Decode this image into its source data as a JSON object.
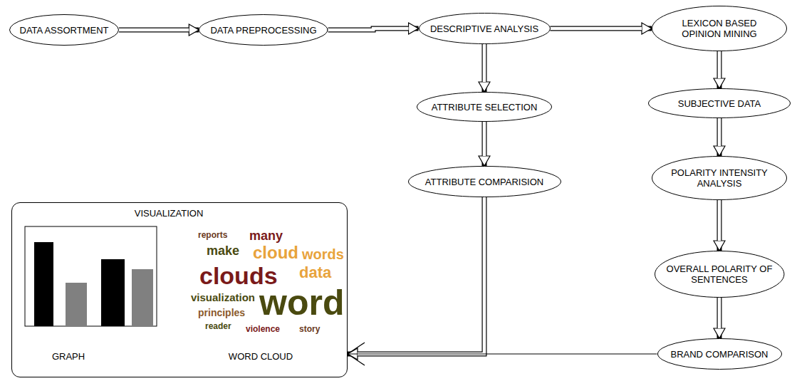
{
  "diagram": {
    "nodes": [
      {
        "text": [
          "DATA ASSORTMENT"
        ]
      },
      {
        "text": [
          "DATA PREPROCESSING"
        ]
      },
      {
        "text": [
          "DESCRIPTIVE ANALYSIS"
        ]
      },
      {
        "text": [
          "LEXICON BASED OPINION MINING"
        ]
      },
      {
        "text": [
          "ATTRIBUTE SELECTION"
        ]
      },
      {
        "text": [
          "ATTRIBUTE COMPARISION"
        ]
      },
      {
        "text": [
          "SUBJECTIVE DATA"
        ]
      },
      {
        "text": [
          "POLARITY INTENSITY ANALYSIS"
        ]
      },
      {
        "text": [
          "OVERALL POLARITY OF SENTENCES"
        ]
      },
      {
        "text": [
          "BRAND COMPARISON"
        ]
      },
      {
        "text": [
          "VISUALIZATION",
          "GRAPH",
          "WORD CLOUD"
        ]
      }
    ],
    "edges": [
      {
        "from": 0,
        "to": 1,
        "arrow": "to"
      },
      {
        "from": 1,
        "to": 2,
        "arrow": "to"
      },
      {
        "from": 2,
        "to": 3,
        "arrow": "to"
      },
      {
        "from": 2,
        "to": 4,
        "arrow": "to"
      },
      {
        "from": 4,
        "to": 5,
        "arrow": "to"
      },
      {
        "from": 3,
        "to": 6,
        "arrow": "to"
      },
      {
        "from": 6,
        "to": 7,
        "arrow": "to"
      },
      {
        "from": 7,
        "to": 8,
        "arrow": "to"
      },
      {
        "from": 8,
        "to": 9,
        "arrow": "to"
      },
      {
        "from": 5,
        "to": 10,
        "arrow": "to"
      },
      {
        "from": 9,
        "to": 10,
        "arrow": "to"
      }
    ],
    "labels": [
      "reports",
      "many",
      "make",
      "cloud",
      "words",
      "clouds",
      "data",
      "visualization",
      "word",
      "principles",
      "reader",
      "violence",
      "story"
    ]
  }
}
